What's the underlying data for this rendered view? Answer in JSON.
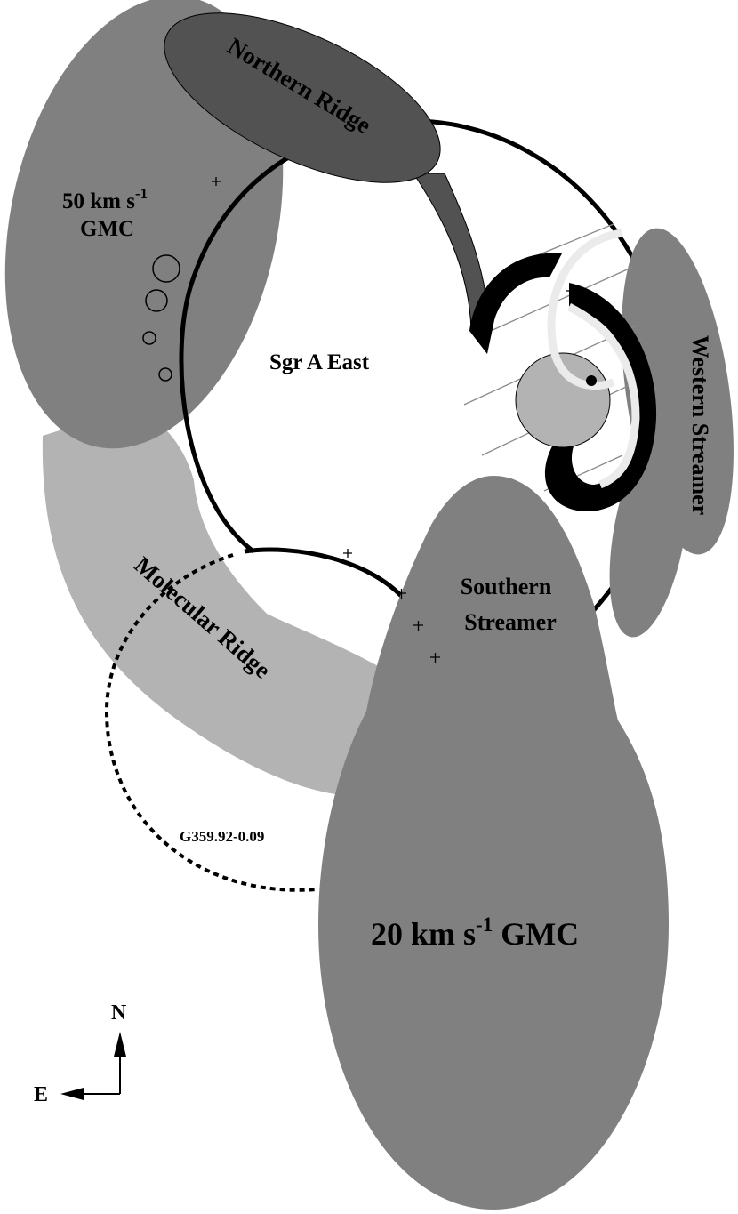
{
  "labels": {
    "northern_ridge": "Northern Ridge",
    "gmc50_line1": "50 km s",
    "gmc50_sup": "-1",
    "gmc50_line2": "GMC",
    "sgr_a_east": "Sgr A East",
    "western_streamer": "Western Streamer",
    "southern_streamer_line1": "Southern",
    "southern_streamer_line2": "Streamer",
    "molecular_ridge": "Molecular Ridge",
    "g359": "G359.92-0.09",
    "gmc20_part1": "20 km s",
    "gmc20_sup": "-1",
    "gmc20_part2": " GMC",
    "compass_n": "N",
    "compass_e": "E"
  },
  "colors": {
    "background": "#ffffff",
    "gmc": "#808080",
    "northern_ridge": "#525252",
    "molecular_ridge": "#b3b3b3",
    "central_disk": "#b3b3b3",
    "mini_spiral_arm": "#ebebeb",
    "outline": "#000000",
    "hatch": "#8a8a8a"
  }
}
